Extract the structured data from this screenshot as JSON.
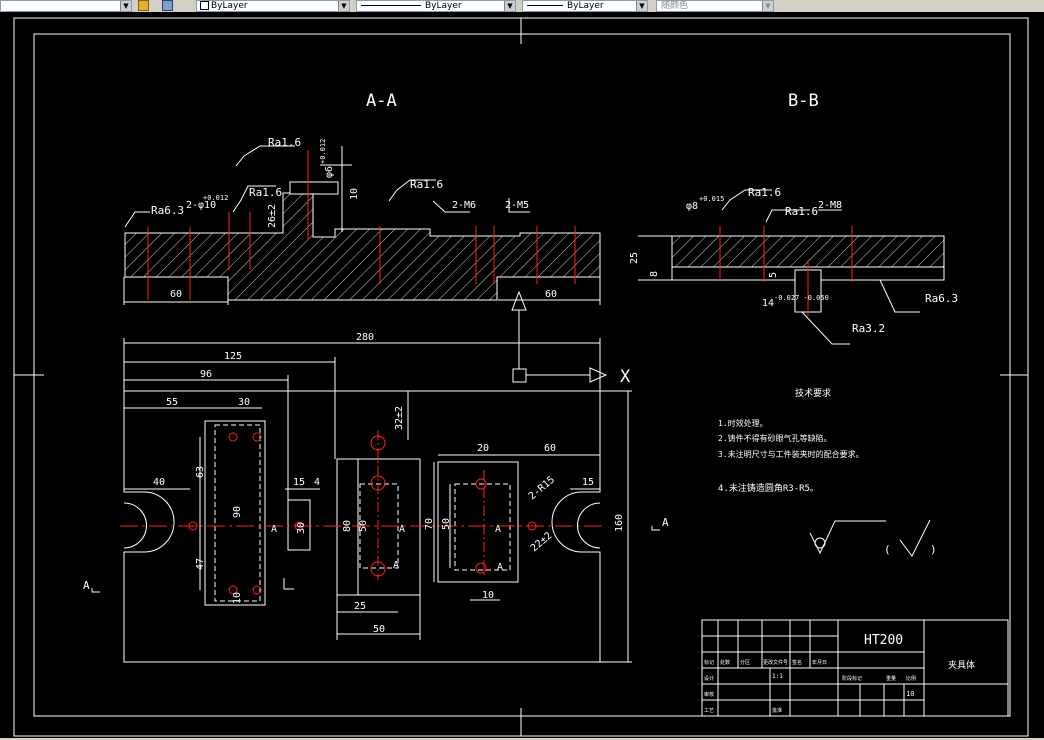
{
  "toolbar": {
    "layer_color": "ByLayer",
    "linetype": "ByLayer",
    "lineweight": "ByLayer",
    "plot_style": "随颜色"
  },
  "drawing": {
    "view_a_title": "A-A",
    "view_b_title": "B-B",
    "roughness": {
      "ra16_a": "Ra1.6",
      "ra16_b": "Ra1.6",
      "ra16_c": "Ra1.6",
      "ra63_a": "Ra6.3",
      "ra16_bb1": "Ra1.6",
      "ra16_bb2": "Ra1.6",
      "ra63_bb": "Ra6.3",
      "ra32_bb": "Ra3.2"
    },
    "dims_aa": {
      "d60_left": "60",
      "d60_right": "60",
      "hole_2phi10": "2-φ10",
      "tol_2phi10": "+0.012",
      "d2612": "26±2",
      "phi6": "φ6",
      "tol_phi6": "+0.012",
      "d10": "10",
      "n2m6": "2-M6",
      "n2m5": "2-M5"
    },
    "dims_bb": {
      "phi8": "φ8",
      "tol_phi8": "+0.015",
      "n2m8": "2-M8",
      "d25": "25",
      "d8": "8",
      "d5": "5",
      "d14": "14",
      "tol_14": "-0.027 -0.050"
    },
    "dims_plan": {
      "d280": "280",
      "d125": "125",
      "d96": "96",
      "d55": "55",
      "d30_top": "30",
      "d40": "40",
      "d63": "63",
      "d90": "90",
      "d47": "47",
      "d10_bot": "10",
      "d15_left": "15",
      "d4": "4",
      "d30_mid": "30",
      "d32": "32±2",
      "d80": "80",
      "d50_mid": "50",
      "d25": "25",
      "d50_bot": "50",
      "d20": "20",
      "d60_right": "60",
      "d70": "70",
      "d50_right": "50",
      "d10_right": "10",
      "d15_right": "15",
      "r15": "2-R15",
      "d22": "22±2",
      "d160": "160",
      "lbl_a1": "A",
      "lbl_a2": "A",
      "lbl_a3": "A",
      "lbl_a4": "A",
      "lbl_a5": "A",
      "lbl_a6": "A",
      "lbl_a7": "A"
    },
    "ucs_x": "X",
    "tech_req": {
      "title": "技术要求",
      "items": [
        "1.时效处理。",
        "2.铸件不得有砂眼气孔等缺陷。",
        "3.未注明尺寸与工件装夹时的配合要求。",
        "4.未注铸造圆角R3-R5。"
      ]
    },
    "title_block": {
      "material": "HT200",
      "part_name": "夹具体",
      "scale": "1:1",
      "sheet": "10",
      "row_labels": [
        "标记",
        "处数",
        "分区",
        "更改文件号",
        "签名",
        "年月日"
      ],
      "sign_labels": [
        "设计",
        "审核",
        "工艺",
        "批准"
      ],
      "stage_label": "阶段标记",
      "weight_label": "重量",
      "scale_label": "比例"
    }
  }
}
